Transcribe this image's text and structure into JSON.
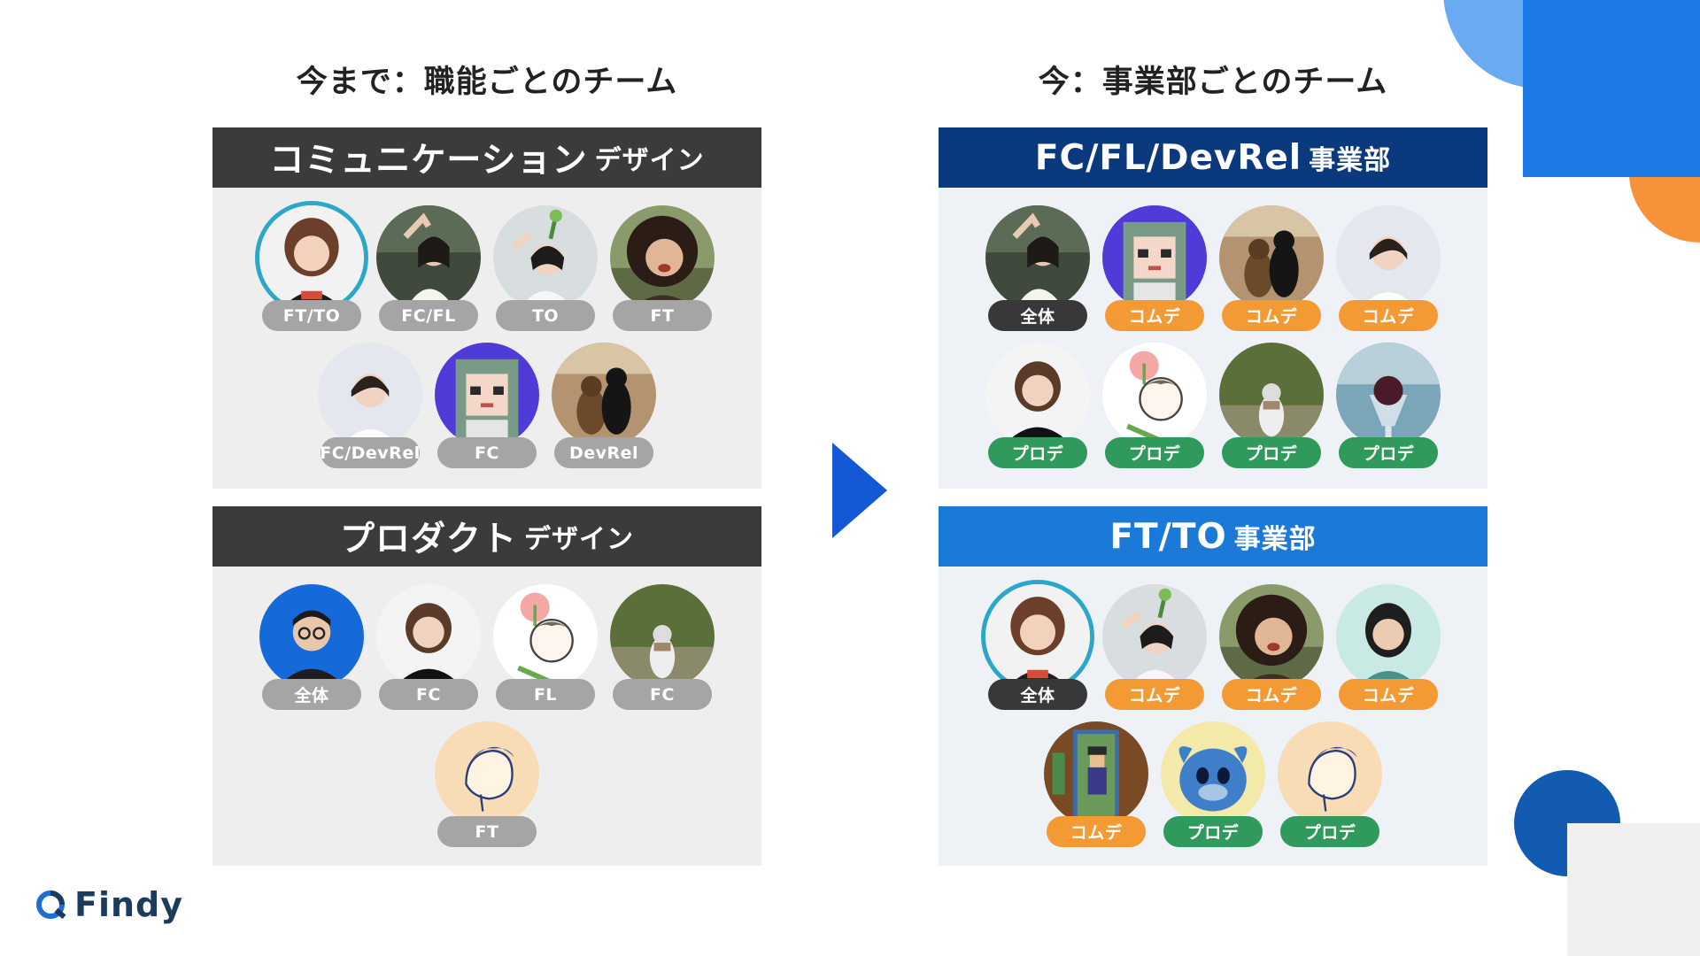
{
  "left_heading": "今まで：職能ごとのチーム",
  "right_heading": "今：事業部ごとのチーム",
  "panels": {
    "comm": {
      "title": "コミュニケーション",
      "title_sub": "デザイン",
      "members": [
        {
          "tag": "FT/TO",
          "color": "gray",
          "avatar": "woman-smile",
          "ring": true
        },
        {
          "tag": "FC/FL",
          "color": "gray",
          "avatar": "woman-flower"
        },
        {
          "tag": "TO",
          "color": "gray",
          "avatar": "woman-flower-light"
        },
        {
          "tag": "FT",
          "color": "gray",
          "avatar": "man-hair"
        },
        {
          "tag": "FC/DevRel",
          "color": "gray",
          "avatar": "woman-short"
        },
        {
          "tag": "FC",
          "color": "gray",
          "avatar": "pixel-girl"
        },
        {
          "tag": "DevRel",
          "color": "gray",
          "avatar": "cats"
        }
      ]
    },
    "prod": {
      "title": "プロダクト",
      "title_sub": "デザイン",
      "members": [
        {
          "tag": "全体",
          "color": "gray",
          "avatar": "man-glasses"
        },
        {
          "tag": "FC",
          "color": "gray",
          "avatar": "woman-black"
        },
        {
          "tag": "FL",
          "color": "gray",
          "avatar": "illust-peach"
        },
        {
          "tag": "FC",
          "color": "gray",
          "avatar": "cat-outdoor"
        },
        {
          "tag": "FT",
          "color": "gray",
          "avatar": "illust-face"
        }
      ]
    },
    "fc": {
      "title": "FC/FL/DevRel",
      "title_sub": "事業部",
      "members": [
        {
          "tag": "全体",
          "color": "black",
          "avatar": "woman-flower"
        },
        {
          "tag": "コムデ",
          "color": "orange",
          "avatar": "pixel-girl"
        },
        {
          "tag": "コムデ",
          "color": "orange",
          "avatar": "cats"
        },
        {
          "tag": "コムデ",
          "color": "orange",
          "avatar": "woman-short"
        },
        {
          "tag": "プロデ",
          "color": "green",
          "avatar": "woman-black"
        },
        {
          "tag": "プロデ",
          "color": "green",
          "avatar": "illust-peach"
        },
        {
          "tag": "プロデ",
          "color": "green",
          "avatar": "cat-outdoor"
        },
        {
          "tag": "プロデ",
          "color": "green",
          "avatar": "parfait"
        }
      ]
    },
    "ft": {
      "title": "FT/TO",
      "title_sub": "事業部",
      "members": [
        {
          "tag": "全体",
          "color": "black",
          "avatar": "woman-smile",
          "ring": true
        },
        {
          "tag": "コムデ",
          "color": "orange",
          "avatar": "woman-flower-light"
        },
        {
          "tag": "コムデ",
          "color": "orange",
          "avatar": "man-hair"
        },
        {
          "tag": "コムデ",
          "color": "orange",
          "avatar": "woman-teal"
        },
        {
          "tag": "コムデ",
          "color": "orange",
          "avatar": "pixel-door"
        },
        {
          "tag": "プロデ",
          "color": "green",
          "avatar": "blue-plush"
        },
        {
          "tag": "プロデ",
          "color": "green",
          "avatar": "illust-face"
        }
      ]
    }
  },
  "logo": "Findy",
  "colors": {
    "gray_tag": "#a5a5a5",
    "black_tag": "#383838",
    "orange_tag": "#f39a35",
    "green_tag": "#2f9a5c",
    "navy_bar": "#0a3a7d",
    "blue_bar": "#1b7ad7",
    "dark_bar": "#3b3b3b",
    "arrow": "#1558d6"
  }
}
